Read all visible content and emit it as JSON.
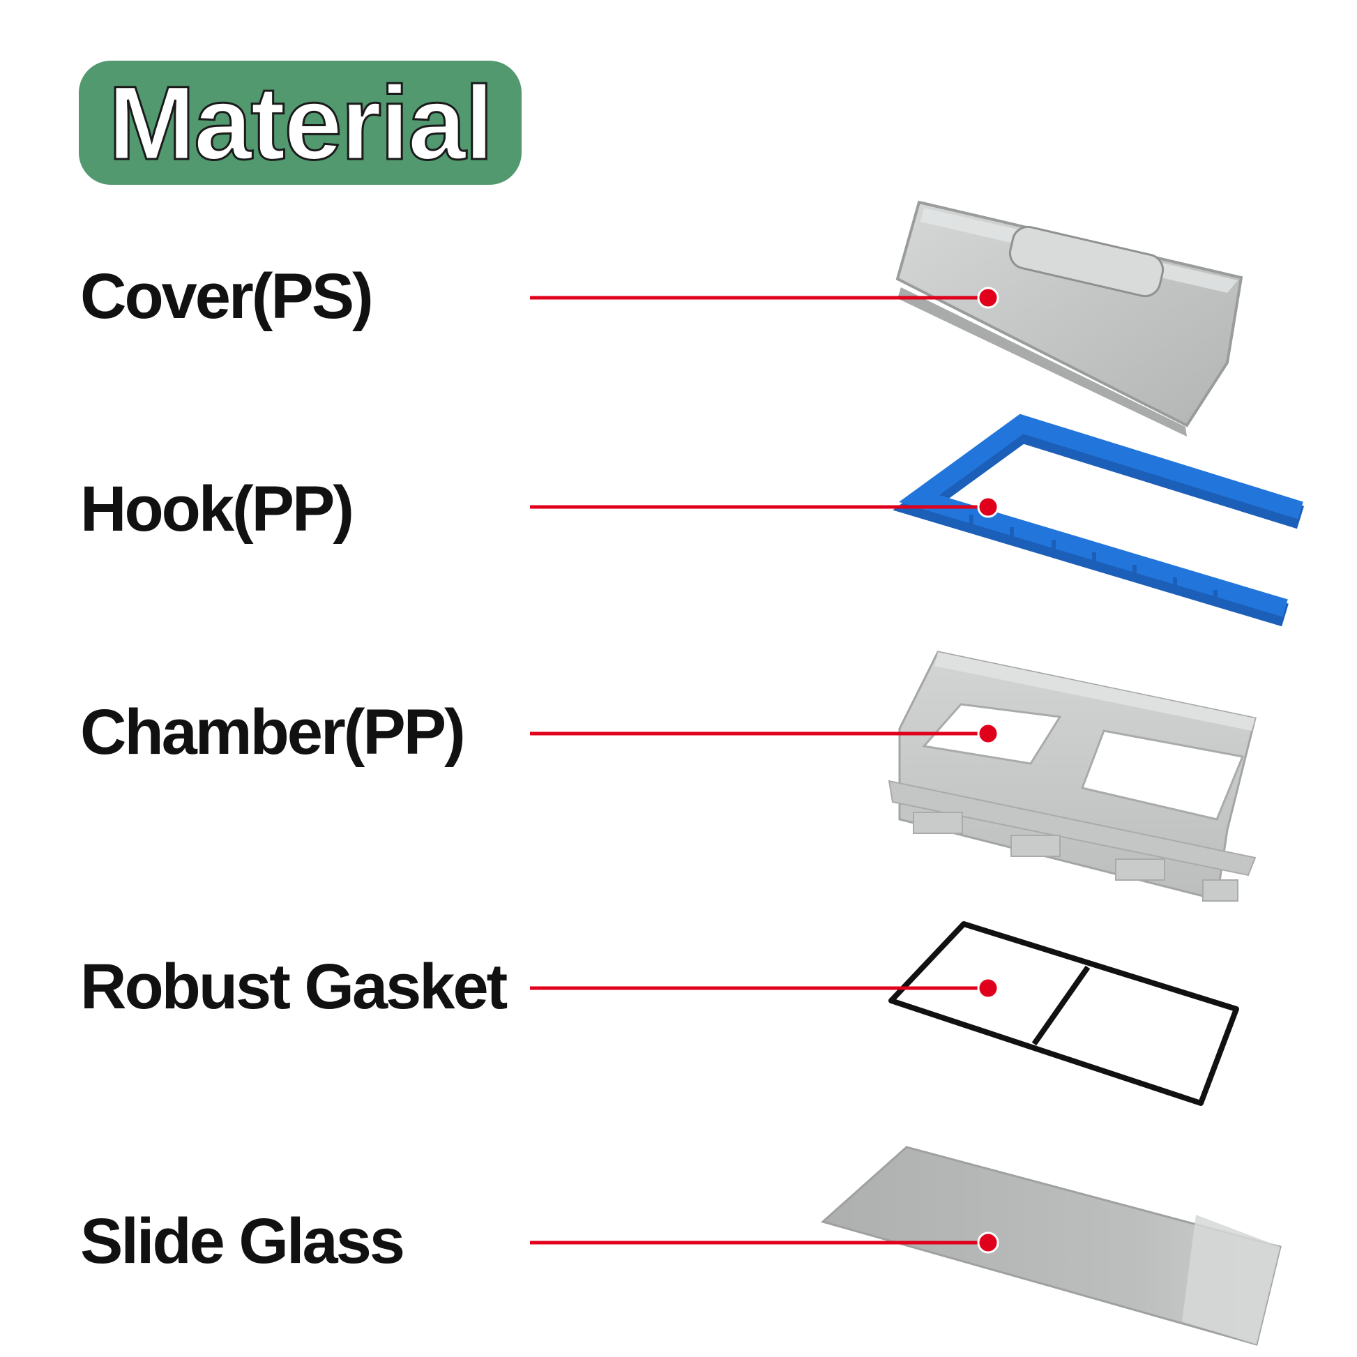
{
  "title": "Material",
  "colors": {
    "title_bg": "#52996f",
    "leader_line": "#e0001b",
    "hook_blue": "#1f6fd1",
    "gasket_black": "#111111",
    "clear_plastic": "#c9cbcb",
    "glass_gray": "#b8bab9"
  },
  "components": [
    {
      "label": "Cover(PS)"
    },
    {
      "label": "Hook(PP)"
    },
    {
      "label": "Chamber(PP)"
    },
    {
      "label": "Robust Gasket"
    },
    {
      "label": "Slide Glass"
    }
  ]
}
